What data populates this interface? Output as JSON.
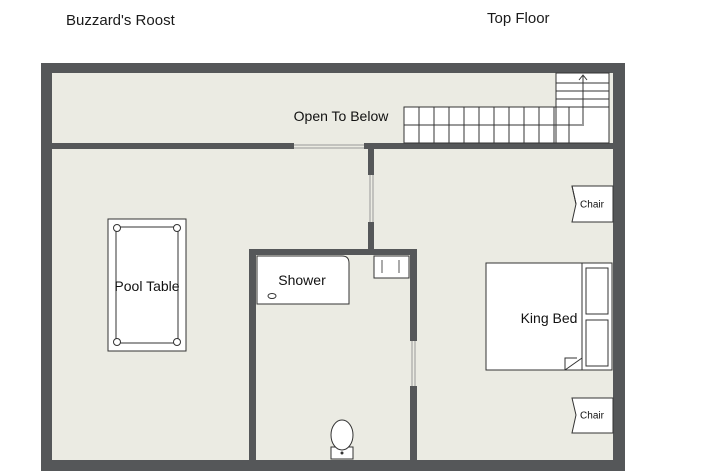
{
  "header": {
    "property_name": "Buzzard's Roost",
    "floor_name": "Top Floor"
  },
  "rooms": {
    "open_to_below": "Open To Below",
    "pool_table": "Pool Table",
    "shower": "Shower",
    "king_bed": "King Bed",
    "chair_top": "Chair",
    "chair_bottom": "Chair"
  },
  "colors": {
    "wall": "#555759",
    "floor": "#ebebe3",
    "fixture_stroke": "#333333",
    "fixture_fill": "#ffffff"
  }
}
